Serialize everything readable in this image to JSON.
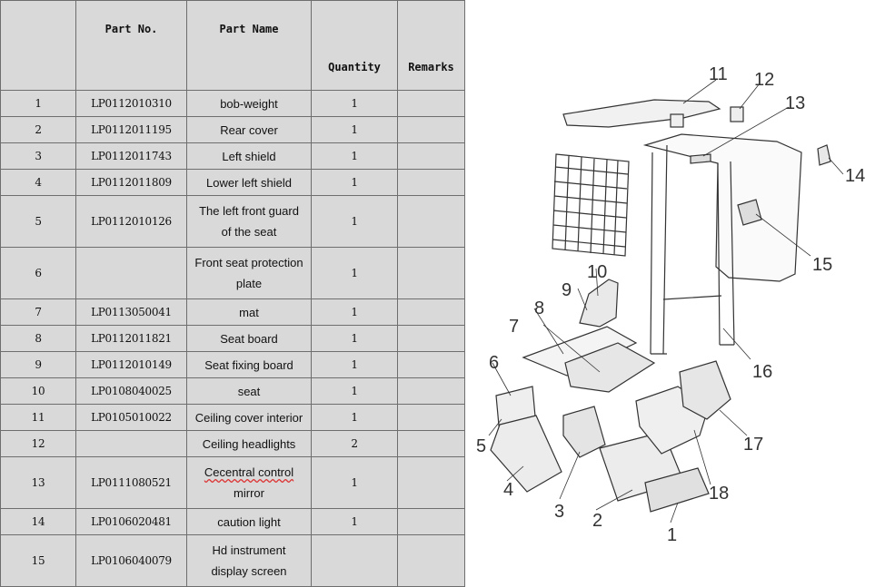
{
  "table": {
    "headers": [
      "",
      "Part No.",
      "Part Name",
      "Quantity",
      "Remarks"
    ],
    "rows": [
      {
        "no": "1",
        "part_no": "LP0112010310",
        "name_lines": [
          "bob-weight"
        ],
        "qty": "1",
        "remarks": ""
      },
      {
        "no": "2",
        "part_no": "LP0112011195",
        "name_lines": [
          "Rear cover"
        ],
        "qty": "1",
        "remarks": ""
      },
      {
        "no": "3",
        "part_no": "LP0112011743",
        "name_lines": [
          "Left shield"
        ],
        "qty": "1",
        "remarks": ""
      },
      {
        "no": "4",
        "part_no": "LP0112011809",
        "name_lines": [
          "Lower left shield"
        ],
        "qty": "1",
        "remarks": ""
      },
      {
        "no": "5",
        "part_no": "LP0112010126",
        "name_lines": [
          "The left front guard",
          "of the seat"
        ],
        "qty": "1",
        "remarks": ""
      },
      {
        "no": "6",
        "part_no": "",
        "name_lines": [
          "Front seat protection",
          "plate"
        ],
        "qty": "1",
        "remarks": ""
      },
      {
        "no": "7",
        "part_no": "LP0113050041",
        "name_lines": [
          "mat"
        ],
        "qty": "1",
        "remarks": ""
      },
      {
        "no": "8",
        "part_no": "LP0112011821",
        "name_lines": [
          "Seat board"
        ],
        "qty": "1",
        "remarks": ""
      },
      {
        "no": "9",
        "part_no": "LP0112010149",
        "name_lines": [
          "Seat fixing board"
        ],
        "qty": "1",
        "remarks": ""
      },
      {
        "no": "10",
        "part_no": "LP0108040025",
        "name_lines": [
          "seat"
        ],
        "qty": "1",
        "remarks": ""
      },
      {
        "no": "11",
        "part_no": "LP0105010022",
        "name_lines": [
          "Ceiling cover interior"
        ],
        "qty": "1",
        "remarks": ""
      },
      {
        "no": "12",
        "part_no": "",
        "name_lines": [
          "Ceiling headlights"
        ],
        "qty": "2",
        "remarks": ""
      },
      {
        "no": "13",
        "part_no": "LP0111080521",
        "name_lines": [
          "Cecentral control",
          "mirror"
        ],
        "qty": "1",
        "remarks": ""
      },
      {
        "no": "14",
        "part_no": "LP0106020481",
        "name_lines": [
          "caution light"
        ],
        "qty": "1",
        "remarks": ""
      },
      {
        "no": "15",
        "part_no": "LP0106040079",
        "name_lines": [
          "Hd instrument",
          "display screen"
        ],
        "qty": "",
        "remarks": ""
      }
    ]
  },
  "diagram": {
    "callouts": [
      "1",
      "2",
      "3",
      "4",
      "5",
      "6",
      "7",
      "8",
      "9",
      "10",
      "11",
      "12",
      "13",
      "14",
      "15",
      "16",
      "17",
      "18"
    ]
  }
}
